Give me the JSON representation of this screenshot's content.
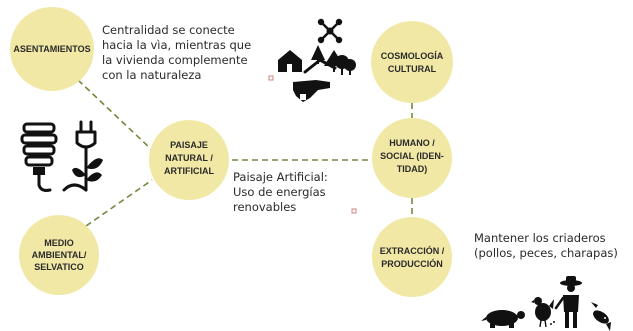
{
  "nodes": {
    "asentamientos": {
      "lines": [
        "ASENTAMIENTOS"
      ]
    },
    "medio": {
      "lines": [
        "MEDIO",
        "AMBIENTAL/",
        "SELVATICO"
      ]
    },
    "paisaje": {
      "lines": [
        "PAISAJE",
        "NATURAL /",
        "ARTIFICIAL"
      ]
    },
    "cosmologia": {
      "lines": [
        "COSMOLOGÍA",
        "CULTURAL"
      ]
    },
    "humano": {
      "lines": [
        "HUMANO /",
        "SOCIAL (IDEN-",
        "TIDAD)"
      ]
    },
    "extraccion": {
      "lines": [
        "EXTRACCIÓN /",
        "PRODUCCIÓN"
      ]
    }
  },
  "annotations": {
    "centralidad": [
      "Centralidad se conecte",
      "hacia la vìa, mientras que",
      "la vivienda complemente",
      "con la naturaleza"
    ],
    "paisaje_artificial": [
      "Paisaje Artificial:",
      "Uso de energías",
      "renovables"
    ],
    "criaderos": [
      "Mantener los criaderos",
      "(pollos, peces, charapas)"
    ]
  },
  "icons": [
    "drone-icon",
    "house-in-forest-icon",
    "handshake-icon",
    "eco-bulb-icon",
    "leaf-plug-icon",
    "turtle-icon",
    "chicken-icon",
    "farmer-icon",
    "fish-icon"
  ],
  "colors": {
    "node_fill": "#F2E8A6",
    "connector": "#74883F",
    "text": "#2A2A2A",
    "icon": "#111111"
  }
}
